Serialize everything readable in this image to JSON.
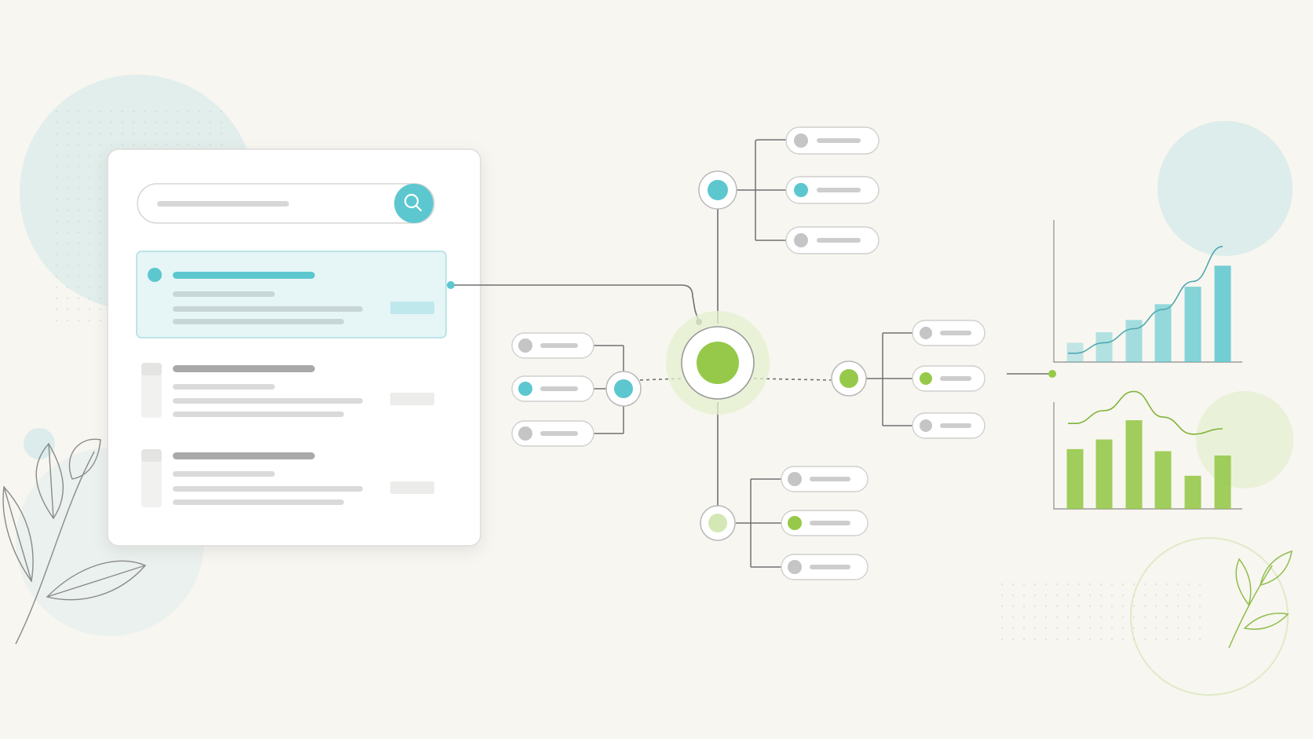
{
  "palette": {
    "background": "#f8f6f0",
    "teal": "#5cc7cf",
    "teal_light": "#bfe8ec",
    "green": "#96c94a",
    "green_light": "#e4f0cf",
    "line": "#6f7072",
    "gray": "#c5c5c5",
    "panel": "#ffffff",
    "border": "#d8d8d6"
  },
  "search_panel": {
    "search_icon": "search-icon",
    "results": [
      {
        "state": "selected",
        "marker": "dot"
      },
      {
        "state": "normal",
        "marker": "square"
      },
      {
        "state": "normal",
        "marker": "square"
      }
    ]
  },
  "network": {
    "hub": {
      "color": "green",
      "halo": "green_light"
    },
    "branches": [
      {
        "name": "top",
        "node_color": "teal",
        "items": [
          "gray",
          "teal",
          "gray"
        ]
      },
      {
        "name": "left",
        "node_color": "teal",
        "items": [
          "gray",
          "teal",
          "gray"
        ]
      },
      {
        "name": "right",
        "node_color": "green",
        "items": [
          "gray",
          "green",
          "gray"
        ]
      },
      {
        "name": "bottom",
        "node_color": "green_light",
        "items": [
          "gray",
          "green",
          "gray"
        ]
      }
    ]
  },
  "chart_data": [
    {
      "type": "bar",
      "series": [
        {
          "values": [
            22,
            34,
            48,
            66,
            86,
            110
          ]
        }
      ],
      "trend": [
        10,
        22,
        38,
        60,
        92,
        132
      ],
      "ylim": [
        0,
        130
      ],
      "color": "teal",
      "grid": false
    },
    {
      "type": "bar",
      "series": [
        {
          "values": [
            56,
            65,
            83,
            54,
            31,
            50
          ]
        }
      ],
      "trend": [
        80,
        92,
        110,
        86,
        70,
        75
      ],
      "ylim": [
        0,
        100
      ],
      "color": "green",
      "grid": false
    }
  ],
  "decorations": {
    "leaves": [
      "leaf-sprig-icon",
      "small-sprout-icon"
    ]
  }
}
